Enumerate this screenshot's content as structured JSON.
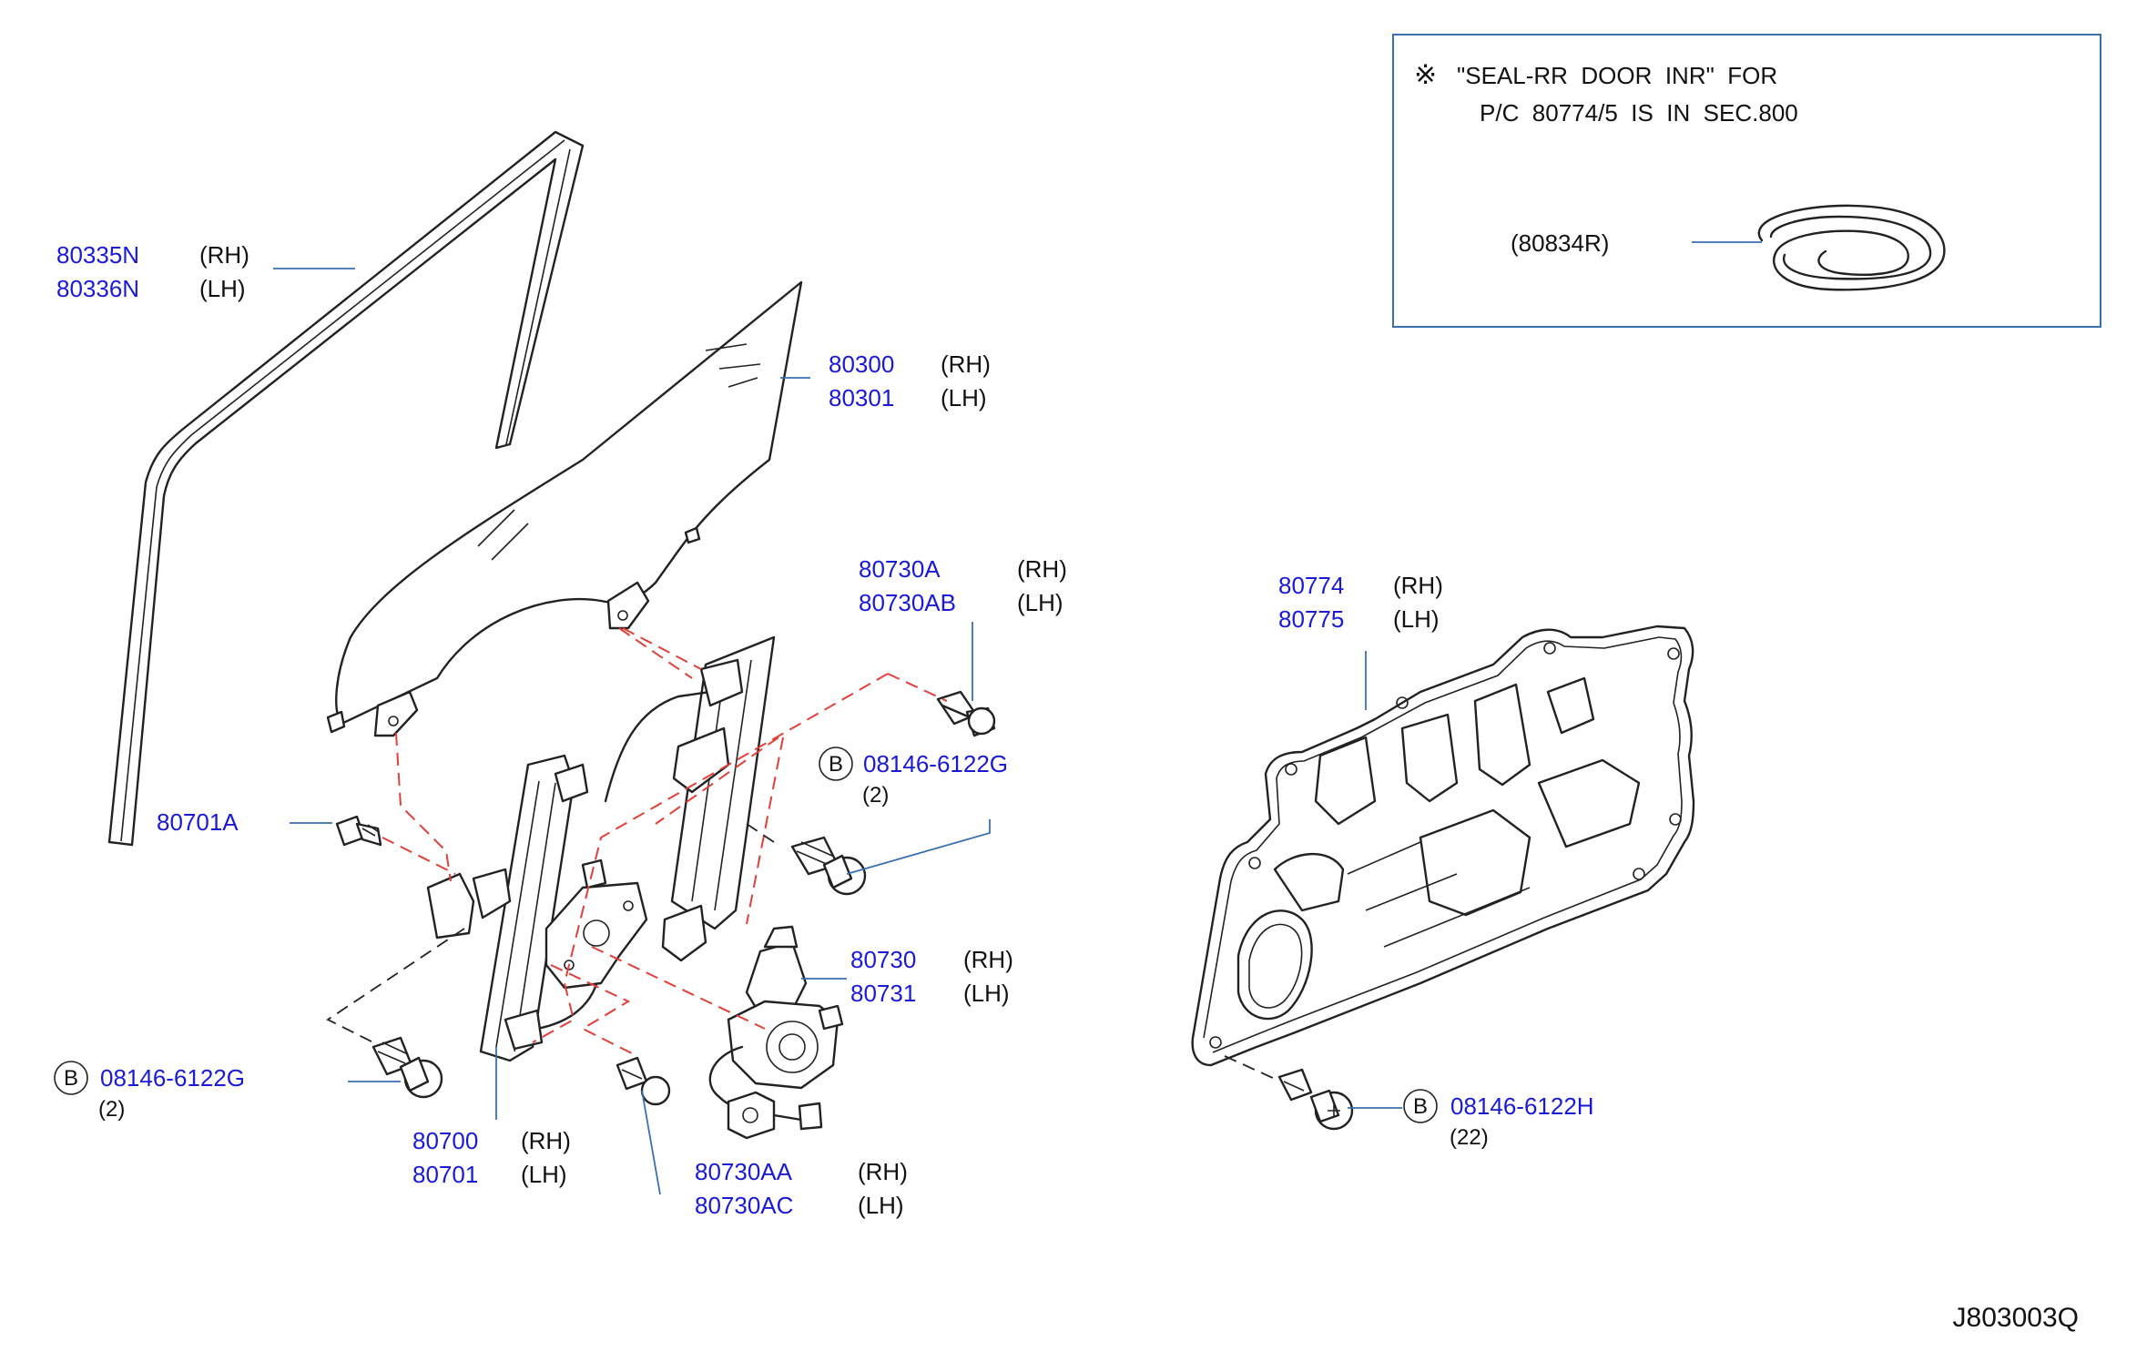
{
  "diagram_code": "J803003Q",
  "note": {
    "symbol": "※",
    "line1": "\"SEAL-RR  DOOR  INR\"  FOR",
    "line2": "P/C  80774/5  IS  IN  SEC.800",
    "part_ref": "(80834R)"
  },
  "callouts": {
    "run_channel": {
      "pn_rh": "80335N",
      "side_rh": "(RH)",
      "pn_lh": "80336N",
      "side_lh": "(LH)"
    },
    "door_glass": {
      "pn_rh": "80300",
      "side_rh": "(RH)",
      "pn_lh": "80301",
      "side_lh": "(LH)"
    },
    "regulator_bolt_top": {
      "pn_rh": "80730A",
      "side_rh": "(RH)",
      "pn_lh": "80730AB",
      "side_lh": "(LH)"
    },
    "bolt_b_center": {
      "letter": "B",
      "pn": "08146-6122G",
      "qty": "(2)"
    },
    "glass_bolt": {
      "pn": "80701A"
    },
    "motor": {
      "pn_rh": "80730",
      "side_rh": "(RH)",
      "pn_lh": "80731",
      "side_lh": "(LH)"
    },
    "bolt_b_left": {
      "letter": "B",
      "pn": "08146-6122G",
      "qty": "(2)"
    },
    "regulator": {
      "pn_rh": "80700",
      "side_rh": "(RH)",
      "pn_lh": "80701",
      "side_lh": "(LH)"
    },
    "regulator_bolt_bottom": {
      "pn_rh": "80730AA",
      "side_rh": "(RH)",
      "pn_lh": "80730AC",
      "side_lh": "(LH)"
    },
    "inner_panel": {
      "pn_rh": "80774",
      "side_rh": "(RH)",
      "pn_lh": "80775",
      "side_lh": "(LH)"
    },
    "bolt_b_panel": {
      "letter": "B",
      "pn": "08146-6122H",
      "qty": "(22)"
    }
  }
}
